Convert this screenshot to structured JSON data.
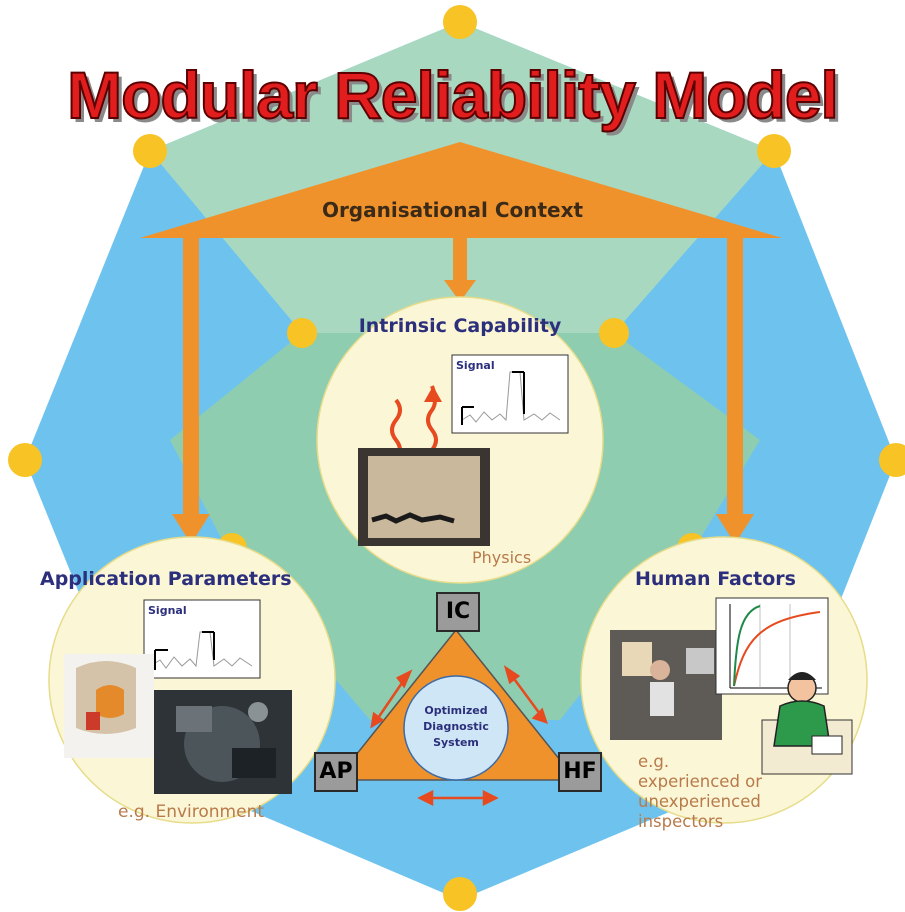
{
  "title": "Modular Reliability Model",
  "organisational_context": "Organisational Context",
  "intrinsic": {
    "heading": "Intrinsic Capability",
    "signal_label": "Signal",
    "caption": "Physics"
  },
  "application": {
    "heading": "Application Parameters",
    "signal_label": "Signal",
    "caption": "e.g. Environment"
  },
  "human": {
    "heading": "Human Factors",
    "caption_lines": [
      "e.g.",
      "experienced or",
      "unexperienced",
      "inspectors"
    ]
  },
  "triangle": {
    "top": "IC",
    "left": "AP",
    "right": "HF",
    "center_lines": [
      "Optimized",
      "Diagnostic",
      "System"
    ]
  },
  "colors": {
    "outer_blue": "#6ec3ee",
    "mint": "#a8d8c0",
    "inner_green": "#8ecdb0",
    "orange": "#f0922b",
    "yellow_dot": "#f7c325",
    "circle_fill": "#fbf6d6",
    "title_red": "#e21d1d"
  }
}
